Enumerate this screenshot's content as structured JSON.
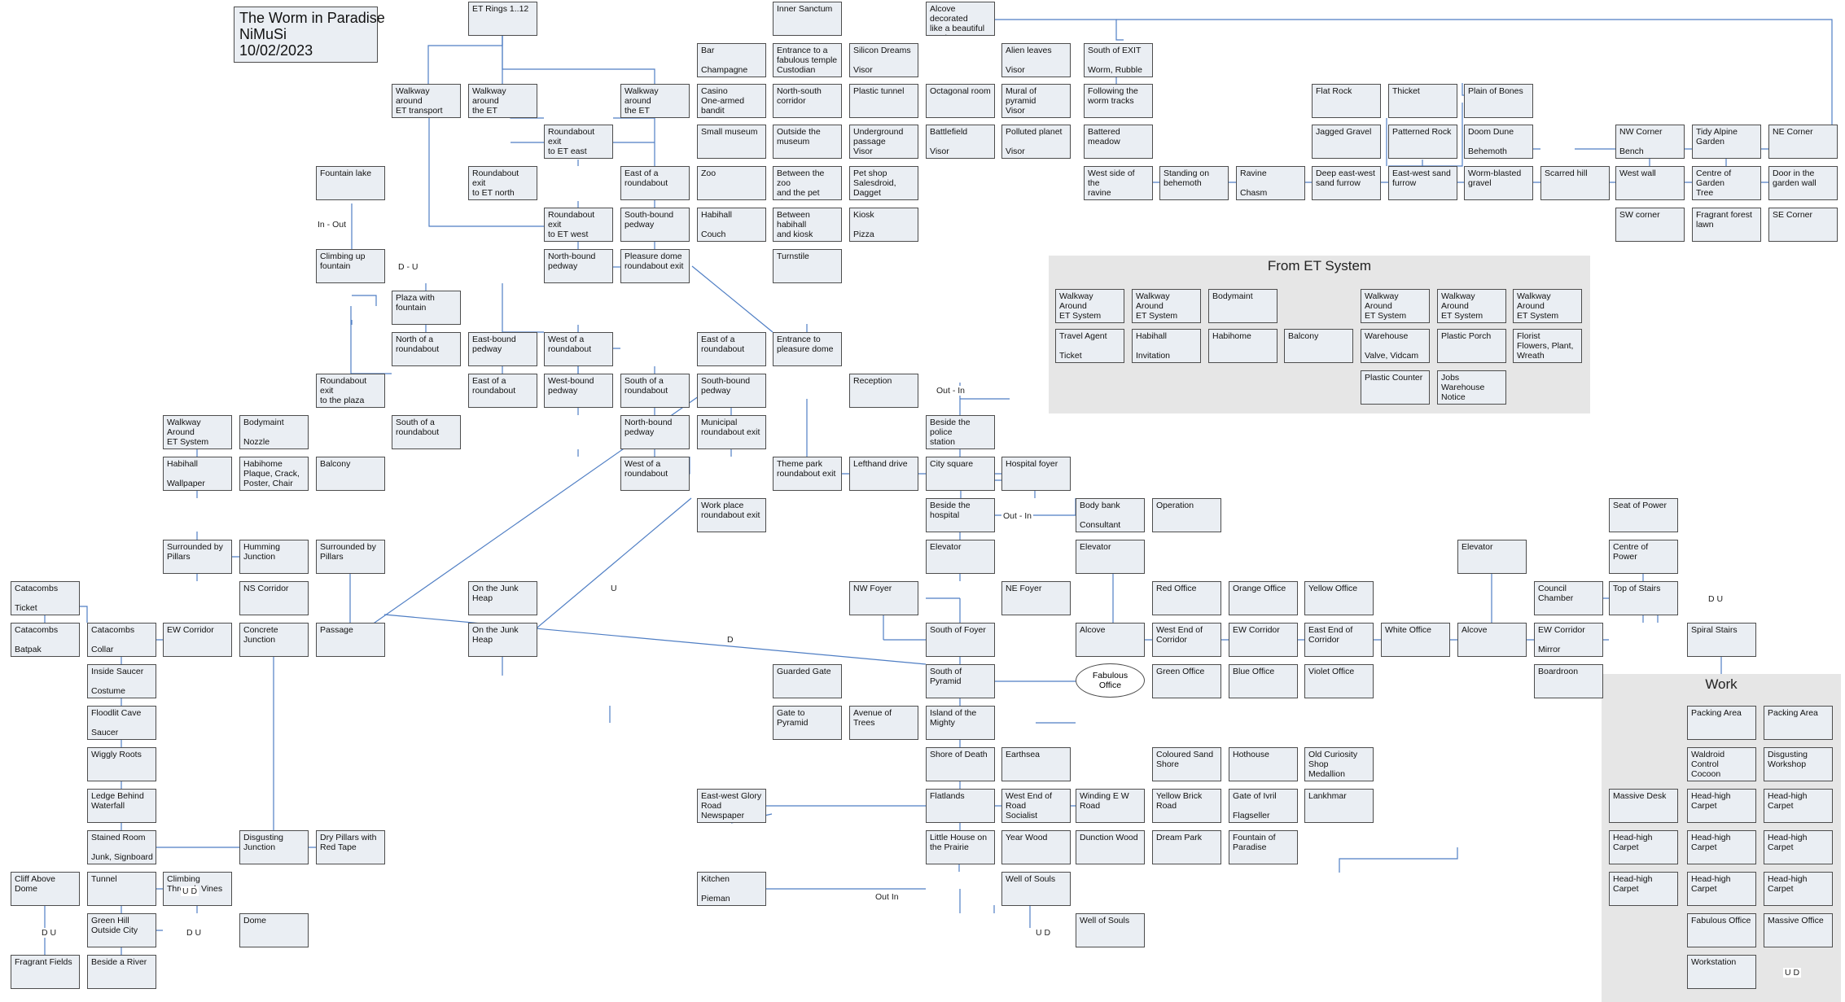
{
  "header": {
    "title": "The Worm in Paradise",
    "author": "NiMuSi",
    "date": "10/02/2023"
  },
  "colors": {
    "edge": "#4f7ec4",
    "box_fill": "#eaeef3",
    "box_border": "#4d4d4d",
    "region_fill": "#e6e6e6"
  },
  "regions": [
    {
      "title": "From ET System"
    },
    {
      "title": "Work"
    }
  ],
  "rooms": [
    {
      "name": "ET Rings 1..12",
      "items": ""
    },
    {
      "name": "Inner Sanctum",
      "items": ""
    },
    {
      "name": "Alcove decorated\nlike a beautiful\ngarden",
      "items": ""
    },
    {
      "name": "Bar",
      "items": "Champagne"
    },
    {
      "name": "Entrance to a\nfabulous temple",
      "items": "Custodian"
    },
    {
      "name": "Silicon Dreams",
      "items": "Visor"
    },
    {
      "name": "Alien leaves",
      "items": "Visor"
    },
    {
      "name": "South of EXIT",
      "items": "Worm, Rubble"
    },
    {
      "name": "Walkway around\nET transport\nsystem",
      "items": ""
    },
    {
      "name": "Walkway around\nthe ET transport\nsystem",
      "items": ""
    },
    {
      "name": "Walkway around\nthe ET transport\nsystem",
      "items": ""
    },
    {
      "name": "Casino",
      "items": "One-armed\nbandit"
    },
    {
      "name": "North-south\ncorridor",
      "items": ""
    },
    {
      "name": "Plastic tunnel",
      "items": ""
    },
    {
      "name": "Octagonal room",
      "items": ""
    },
    {
      "name": "Mural of pyramid",
      "items": "Visor"
    },
    {
      "name": "Following the\nworm tracks",
      "items": ""
    },
    {
      "name": "Flat Rock",
      "items": ""
    },
    {
      "name": "Thicket",
      "items": ""
    },
    {
      "name": "Plain of Bones",
      "items": ""
    },
    {
      "name": "Roundabout exit\nto ET east",
      "items": ""
    },
    {
      "name": "Small museum",
      "items": ""
    },
    {
      "name": "Outside the\nmuseum",
      "items": ""
    },
    {
      "name": "Underground\npassage",
      "items": "Visor"
    },
    {
      "name": "Battlefield",
      "items": "Visor"
    },
    {
      "name": "Polluted planet",
      "items": "Visor"
    },
    {
      "name": "Battered meadow",
      "items": ""
    },
    {
      "name": "Jagged Gravel",
      "items": ""
    },
    {
      "name": "Patterned Rock",
      "items": ""
    },
    {
      "name": "Doom Dune",
      "items": "Behemoth"
    },
    {
      "name": "NW Corner",
      "items": "Bench"
    },
    {
      "name": "Tidy Alpine\nGarden",
      "items": ""
    },
    {
      "name": "NE Corner",
      "items": ""
    },
    {
      "name": "Fountain lake",
      "items": ""
    },
    {
      "name": "Roundabout exit\nto ET north",
      "items": ""
    },
    {
      "name": "East of a\nroundabout",
      "items": ""
    },
    {
      "name": "Zoo",
      "items": ""
    },
    {
      "name": "Between the zoo\nand the pet shop",
      "items": ""
    },
    {
      "name": "Pet shop",
      "items": "Salesdroid,\nDagget"
    },
    {
      "name": "West side of the\nravine",
      "items": ""
    },
    {
      "name": "Standing on\nbehemoth",
      "items": ""
    },
    {
      "name": "Ravine",
      "items": "Chasm"
    },
    {
      "name": "Deep east-west\nsand furrow",
      "items": ""
    },
    {
      "name": "East-west sand\nfurrow",
      "items": ""
    },
    {
      "name": "Worm-blasted\ngravel",
      "items": ""
    },
    {
      "name": "Scarred hill",
      "items": ""
    },
    {
      "name": "West wall",
      "items": ""
    },
    {
      "name": "Centre of Garden",
      "items": "Tree"
    },
    {
      "name": "Door in the\ngarden wall",
      "items": ""
    },
    {
      "name": "Roundabout exit\nto ET west",
      "items": ""
    },
    {
      "name": "South-bound\npedway",
      "items": ""
    },
    {
      "name": "Habihall",
      "items": "Couch"
    },
    {
      "name": "Between habihall\nand kiosk",
      "items": ""
    },
    {
      "name": "Kiosk",
      "items": "Pizza"
    },
    {
      "name": "SW corner",
      "items": ""
    },
    {
      "name": "Fragrant forest\nlawn",
      "items": ""
    },
    {
      "name": "SE Corner",
      "items": ""
    },
    {
      "name": "Climbing up\nfountain",
      "items": ""
    },
    {
      "name": "North-bound\npedway",
      "items": ""
    },
    {
      "name": "Pleasure dome\nroundabout exit",
      "items": ""
    },
    {
      "name": "Turnstile",
      "items": ""
    },
    {
      "name": "Plaza with\nfountain",
      "items": ""
    },
    {
      "name": "North of a\nroundabout",
      "items": ""
    },
    {
      "name": "East-bound\npedway",
      "items": ""
    },
    {
      "name": "West of a\nroundabout",
      "items": ""
    },
    {
      "name": "East of a\nroundabout",
      "items": ""
    },
    {
      "name": "Entrance to\npleasure dome",
      "items": ""
    },
    {
      "name": "Roundabout exit\nto the plaza",
      "items": ""
    },
    {
      "name": "East of a\nroundabout",
      "items": ""
    },
    {
      "name": "West-bound\npedway",
      "items": ""
    },
    {
      "name": "South of a\nroundabout",
      "items": ""
    },
    {
      "name": "South-bound\npedway",
      "items": ""
    },
    {
      "name": "Reception",
      "items": ""
    },
    {
      "name": "Walkway Around\nET System",
      "items": ""
    },
    {
      "name": "Bodymaint",
      "items": "Nozzle"
    },
    {
      "name": "South of a\nroundabout",
      "items": ""
    },
    {
      "name": "North-bound\npedway",
      "items": ""
    },
    {
      "name": "Municipal\nroundabout exit",
      "items": ""
    },
    {
      "name": "Beside the police\nstation",
      "items": ""
    },
    {
      "name": "Habihall",
      "items": "Wallpaper"
    },
    {
      "name": "Habihome\nPlaque, Crack,\nPoster, Chair",
      "items": ""
    },
    {
      "name": "Balcony",
      "items": ""
    },
    {
      "name": "West of a\nroundabout",
      "items": ""
    },
    {
      "name": "Theme park\nroundabout exit",
      "items": ""
    },
    {
      "name": "Lefthand drive",
      "items": ""
    },
    {
      "name": "City square",
      "items": ""
    },
    {
      "name": "Hospital foyer",
      "items": ""
    },
    {
      "name": "Surrounded by\nPillars",
      "items": ""
    },
    {
      "name": "Work place\nroundabout exit",
      "items": ""
    },
    {
      "name": "Beside the\nhospital",
      "items": ""
    },
    {
      "name": "Body bank",
      "items": "Consultant"
    },
    {
      "name": "Operation",
      "items": ""
    },
    {
      "name": "Seat of Power",
      "items": ""
    },
    {
      "name": "Surrounded by\nPillars",
      "items": ""
    },
    {
      "name": "Humming\nJunction",
      "items": ""
    },
    {
      "name": "Surrounded by\nPillars",
      "items": ""
    },
    {
      "name": "Elevator",
      "items": ""
    },
    {
      "name": "Elevator",
      "items": ""
    },
    {
      "name": "Elevator",
      "items": ""
    },
    {
      "name": "Centre of Power",
      "items": ""
    },
    {
      "name": "Catacombs",
      "items": "Ticket"
    },
    {
      "name": "NS Corridor",
      "items": ""
    },
    {
      "name": "On the Junk\nHeap",
      "items": ""
    },
    {
      "name": "NW Foyer",
      "items": ""
    },
    {
      "name": "NE Foyer",
      "items": ""
    },
    {
      "name": "Red Office",
      "items": ""
    },
    {
      "name": "Orange Office",
      "items": ""
    },
    {
      "name": "Yellow Office",
      "items": ""
    },
    {
      "name": "Council Chamber",
      "items": ""
    },
    {
      "name": "Top of Stairs",
      "items": ""
    },
    {
      "name": "Catacombs",
      "items": "Batpak"
    },
    {
      "name": "Catacombs",
      "items": "Collar"
    },
    {
      "name": "EW Corridor",
      "items": ""
    },
    {
      "name": "Concrete\nJunction",
      "items": ""
    },
    {
      "name": "Passage",
      "items": ""
    },
    {
      "name": "On the Junk\nHeap",
      "items": ""
    },
    {
      "name": "South of Foyer",
      "items": ""
    },
    {
      "name": "Alcove",
      "items": ""
    },
    {
      "name": "West End of\nCorridor",
      "items": ""
    },
    {
      "name": "EW Corridor",
      "items": ""
    },
    {
      "name": "East End of\nCorridor",
      "items": ""
    },
    {
      "name": "White Office",
      "items": ""
    },
    {
      "name": "Alcove",
      "items": ""
    },
    {
      "name": "EW Corridor",
      "items": "Mirror"
    },
    {
      "name": "Spiral Stairs",
      "items": ""
    },
    {
      "name": "Inside Saucer",
      "items": "Costume"
    },
    {
      "name": "Guarded Gate",
      "items": ""
    },
    {
      "name": "South of Pyramid",
      "items": ""
    },
    {
      "name": "Green Office",
      "items": ""
    },
    {
      "name": "Blue Office",
      "items": ""
    },
    {
      "name": "Violet Office",
      "items": ""
    },
    {
      "name": "Boardroon",
      "items": ""
    },
    {
      "name": "Floodlit Cave",
      "items": "Saucer"
    },
    {
      "name": "Gate to Pyramid",
      "items": ""
    },
    {
      "name": "Avenue of Trees",
      "items": ""
    },
    {
      "name": "Island of the\nMighty",
      "items": ""
    },
    {
      "name": "Packing Area",
      "items": ""
    },
    {
      "name": "Packing Area",
      "items": ""
    },
    {
      "name": "Wiggly Roots",
      "items": ""
    },
    {
      "name": "Shore of Death",
      "items": ""
    },
    {
      "name": "Earthsea",
      "items": ""
    },
    {
      "name": "Coloured Sand\nShore",
      "items": ""
    },
    {
      "name": "Hothouse",
      "items": ""
    },
    {
      "name": "Old Curiosity\nShop",
      "items": "Medallion"
    },
    {
      "name": "Waldroid Control",
      "items": "Cocoon"
    },
    {
      "name": "Disgusting\nWorkshop",
      "items": ""
    },
    {
      "name": "Ledge Behind\nWaterfall",
      "items": ""
    },
    {
      "name": "East-west Glory\nRoad",
      "items": "Newspaper"
    },
    {
      "name": "Flatlands",
      "items": ""
    },
    {
      "name": "West End of\nRoad",
      "items": "Socialist"
    },
    {
      "name": "Winding E W\nRoad",
      "items": ""
    },
    {
      "name": "Yellow Brick\nRoad",
      "items": ""
    },
    {
      "name": "Gate of Ivril",
      "items": "Flagseller"
    },
    {
      "name": "Lankhmar",
      "items": ""
    },
    {
      "name": "Massive Desk",
      "items": ""
    },
    {
      "name": "Head-high\nCarpet",
      "items": ""
    },
    {
      "name": "Head-high\nCarpet",
      "items": ""
    },
    {
      "name": "Stained Room",
      "items": "Junk, Signboard"
    },
    {
      "name": "Disgusting\nJunction",
      "items": ""
    },
    {
      "name": "Dry Pillars with\nRed Tape",
      "items": ""
    },
    {
      "name": "Little House on\nthe Prairie",
      "items": ""
    },
    {
      "name": "Year Wood",
      "items": ""
    },
    {
      "name": "Dunction Wood",
      "items": ""
    },
    {
      "name": "Dream Park",
      "items": ""
    },
    {
      "name": "Fountain of\nParadise",
      "items": ""
    },
    {
      "name": "Head-high\nCarpet",
      "items": ""
    },
    {
      "name": "Head-high\nCarpet",
      "items": ""
    },
    {
      "name": "Head-high\nCarpet",
      "items": ""
    },
    {
      "name": "Cliff Above Dome",
      "items": ""
    },
    {
      "name": "Tunnel",
      "items": ""
    },
    {
      "name": "Climbing\nThrough Vines",
      "items": ""
    },
    {
      "name": "Kitchen",
      "items": "Pieman"
    },
    {
      "name": "Well of Souls",
      "items": ""
    },
    {
      "name": "Head-high\nCarpet",
      "items": ""
    },
    {
      "name": "Head-high\nCarpet",
      "items": ""
    },
    {
      "name": "Head-high\nCarpet",
      "items": ""
    },
    {
      "name": "Green Hill\nOutside City",
      "items": ""
    },
    {
      "name": "Dome",
      "items": ""
    },
    {
      "name": "Well of Souls",
      "items": ""
    },
    {
      "name": "Fabulous Office",
      "items": ""
    },
    {
      "name": "Massive Office",
      "items": ""
    },
    {
      "name": "Fragrant Fields",
      "items": ""
    },
    {
      "name": "Beside a River",
      "items": ""
    },
    {
      "name": "Workstation",
      "items": ""
    },
    {
      "name": "Walkway Around\nET System",
      "items": ""
    },
    {
      "name": "Walkway Around\nET System",
      "items": ""
    },
    {
      "name": "Bodymaint",
      "items": ""
    },
    {
      "name": "Walkway Around\nET System",
      "items": ""
    },
    {
      "name": "Walkway Around\nET System",
      "items": ""
    },
    {
      "name": "Walkway Around\nET System",
      "items": ""
    },
    {
      "name": "Travel Agent",
      "items": "Ticket"
    },
    {
      "name": "Habihall",
      "items": "Invitation"
    },
    {
      "name": "Habihome",
      "items": ""
    },
    {
      "name": "Balcony",
      "items": ""
    },
    {
      "name": "Warehouse",
      "items": "Valve, Vidcam"
    },
    {
      "name": "Plastic Porch",
      "items": ""
    },
    {
      "name": "Florist\nFlowers, Plant,\nWreath",
      "items": ""
    },
    {
      "name": "Plastic Counter",
      "items": ""
    },
    {
      "name": "Jobs Warehouse",
      "items": "Notice"
    }
  ],
  "specials": {
    "fabulous_office_oval": "Fabulous\nOffice"
  },
  "labels": [
    "In - Out",
    "D - U",
    "Out - In",
    "Out - In",
    "U",
    "D",
    "D U",
    "U D",
    "D U",
    "U D",
    "Out In",
    "D U",
    "U D"
  ]
}
